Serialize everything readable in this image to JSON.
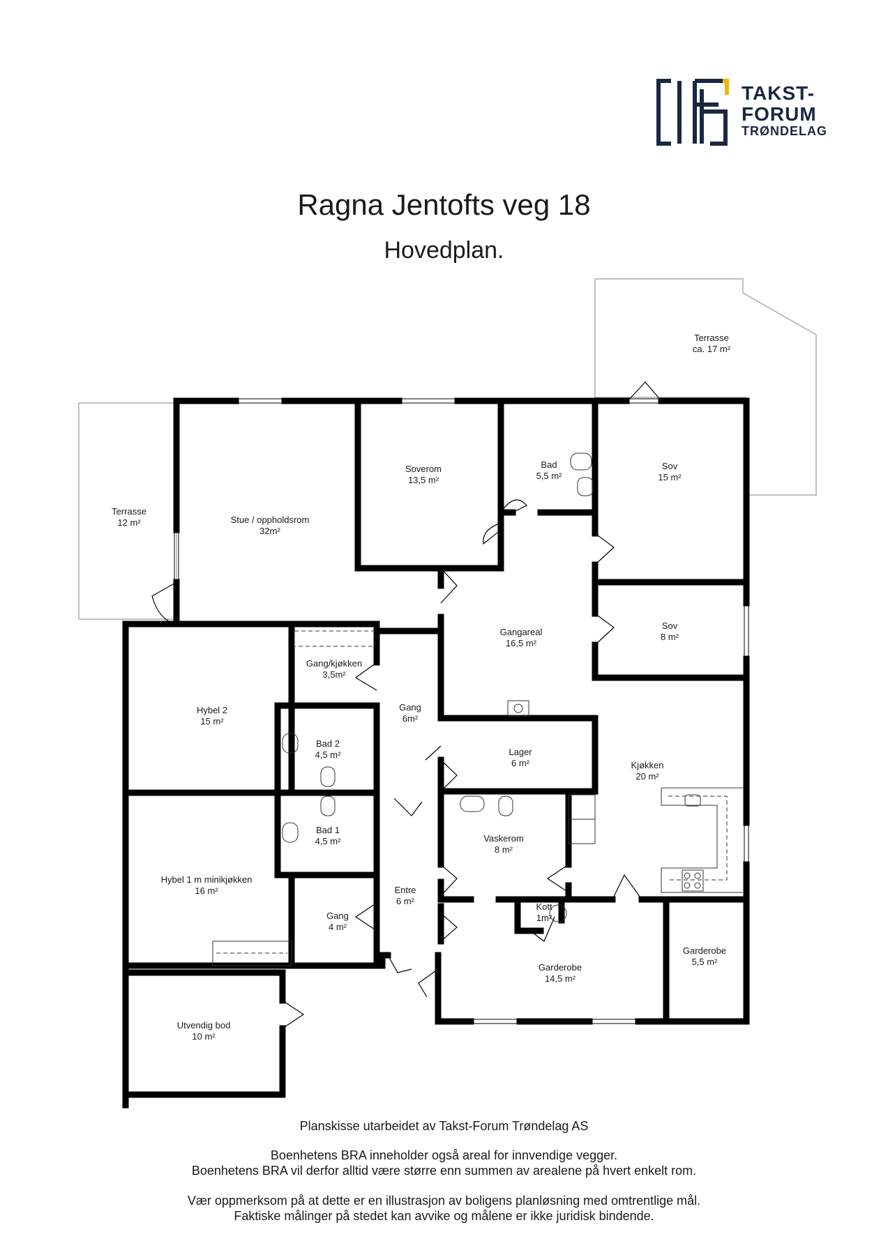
{
  "logo": {
    "line1": "TAKST-",
    "line2": "FORUM",
    "line3": "TRØNDELAG",
    "color_navy": "#1b2742",
    "color_gold": "#f2b705"
  },
  "title": "Ragna Jentofts veg 18",
  "subtitle": "Hovedplan.",
  "rooms": {
    "terrasse_top": {
      "name": "Terrasse",
      "area": "ca. 17 m²"
    },
    "terrasse_left": {
      "name": "Terrasse",
      "area": "12 m²"
    },
    "stue": {
      "name": "Stue / oppholdsrom",
      "area": "32m²"
    },
    "soverom": {
      "name": "Soverom",
      "area": "13,5 m²"
    },
    "bad": {
      "name": "Bad",
      "area": "5,5 m²"
    },
    "sov1": {
      "name": "Sov",
      "area": "15 m²"
    },
    "sov2": {
      "name": "Sov",
      "area": "8 m²"
    },
    "gangareal": {
      "name": "Gangareal",
      "area": "16,5 m²"
    },
    "gangkjokken": {
      "name": "Gang/kjøkken",
      "area": "3,5m²"
    },
    "hybel2": {
      "name": "Hybel 2",
      "area": "15 m²"
    },
    "gang6": {
      "name": "Gang",
      "area": "6m²"
    },
    "bad2": {
      "name": "Bad 2",
      "area": "4,5 m²"
    },
    "lager": {
      "name": "Lager",
      "area": "6 m²"
    },
    "kjokken": {
      "name": "Kjøkken",
      "area": "20 m²"
    },
    "bad1": {
      "name": "Bad 1",
      "area": "4,5 m²"
    },
    "vaskerom": {
      "name": "Vaskerom",
      "area": "8 m²"
    },
    "hybel1": {
      "name": "Hybel 1 m minikjøkken",
      "area": "16 m²"
    },
    "entre": {
      "name": "Entre",
      "area": "6 m²"
    },
    "kott": {
      "name": "Kott",
      "area": "1m²"
    },
    "gang4": {
      "name": "Gang",
      "area": "4 m²"
    },
    "garderobe_big": {
      "name": "Garderobe",
      "area": "14,5 m²"
    },
    "garderobe_small": {
      "name": "Garderobe",
      "area": "5,5 m²"
    },
    "bod": {
      "name": "Utvendig bod",
      "area": "10 m²"
    }
  },
  "footer": {
    "credit": "Planskisse utarbeidet av Takst-Forum Trøndelag AS",
    "bra1": "Boenhetens BRA inneholder også areal for innvendige vegger.",
    "bra2": "Boenhetens BRA vil derfor alltid være større enn summen av arealene på hvert enkelt rom.",
    "note1": "Vær oppmerksom på at dette er en illustrasjon av boligens planløsning med omtrentlige mål.",
    "note2": "Faktiske målinger på stedet kan avvike og målene er ikke juridisk bindende."
  }
}
